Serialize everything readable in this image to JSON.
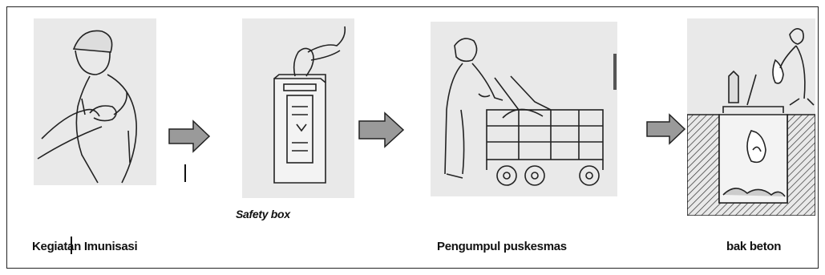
{
  "steps": [
    {
      "label": "Kegiatan Imunisasi"
    },
    {
      "label": "Safety box"
    },
    {
      "label": "Pengumpul puskesmas"
    },
    {
      "label": "bak beton"
    }
  ],
  "colors": {
    "panel_bg": "#e9e9e9",
    "arrow_fill": "#9a9a9a",
    "line": "#222222"
  }
}
